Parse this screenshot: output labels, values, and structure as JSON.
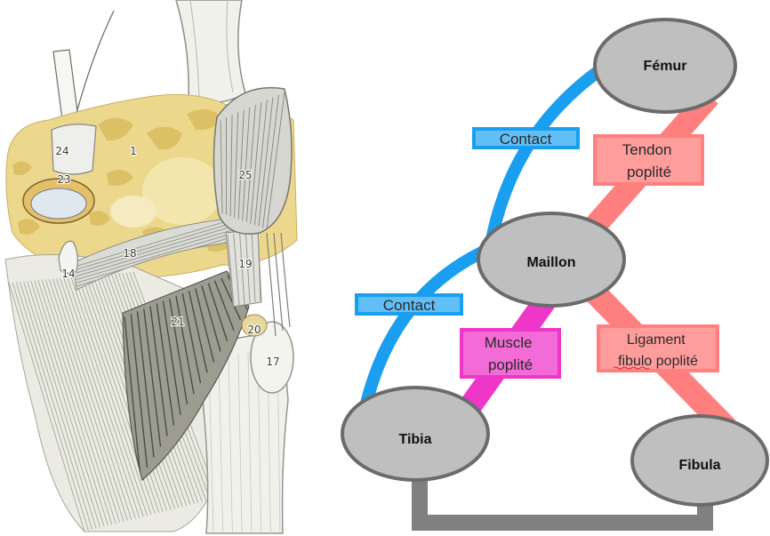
{
  "illustration": {
    "labels": [
      "24",
      "23",
      "1",
      "25",
      "18",
      "14",
      "19",
      "21",
      "20",
      "17"
    ]
  },
  "diagram": {
    "nodes": {
      "femur": "Fémur",
      "maillon": "Maillon",
      "tibia": "Tibia",
      "fibula": "Fibula"
    },
    "links": {
      "contact_femur_maillon": "Contact",
      "contact_maillon_tibia": "Contact",
      "tendon": [
        "Tendon",
        "poplité"
      ],
      "muscle": [
        "Muscle",
        "poplité"
      ],
      "ligament": [
        "Ligament",
        "fibulo poplité"
      ]
    },
    "colors": {
      "contact": "#1a9ff0",
      "tendon": "#ff7f7f",
      "muscle": "#ee36c9",
      "ligament": "#ff7f7f",
      "frame": "#808080",
      "node_fill": "#bfbfbf"
    }
  }
}
